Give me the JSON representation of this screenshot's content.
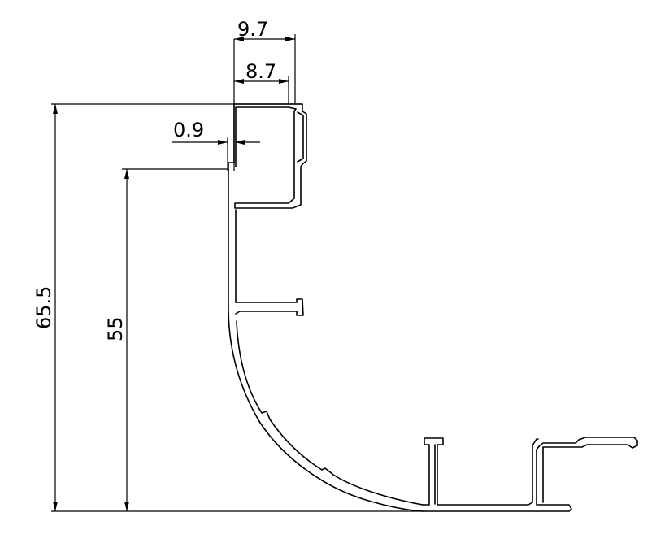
{
  "dimensions": {
    "top_width_outer": "9.7",
    "top_width_inner": "8.7",
    "wall_thickness": "0.9",
    "overall_height": "65.5",
    "inner_height": "55"
  }
}
